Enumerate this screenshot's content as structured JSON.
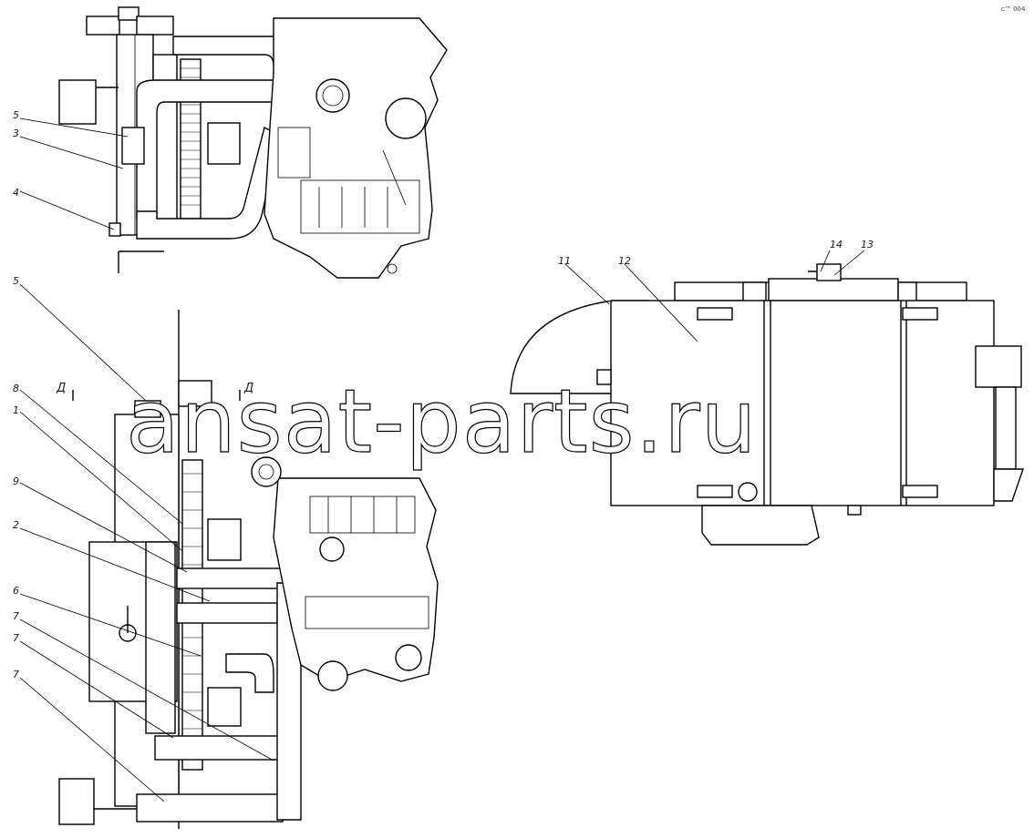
{
  "watermark": "ansat-parts.ru",
  "corner_mark": "c™ 004",
  "section_marker": "Д",
  "top_view_labels": [
    "5",
    "3",
    "4"
  ],
  "side_view_labels": [
    "5",
    "8",
    "1",
    "9",
    "2",
    "6",
    "7",
    "7",
    "7"
  ],
  "right_view_labels": [
    "11",
    "12",
    "14",
    "13"
  ]
}
